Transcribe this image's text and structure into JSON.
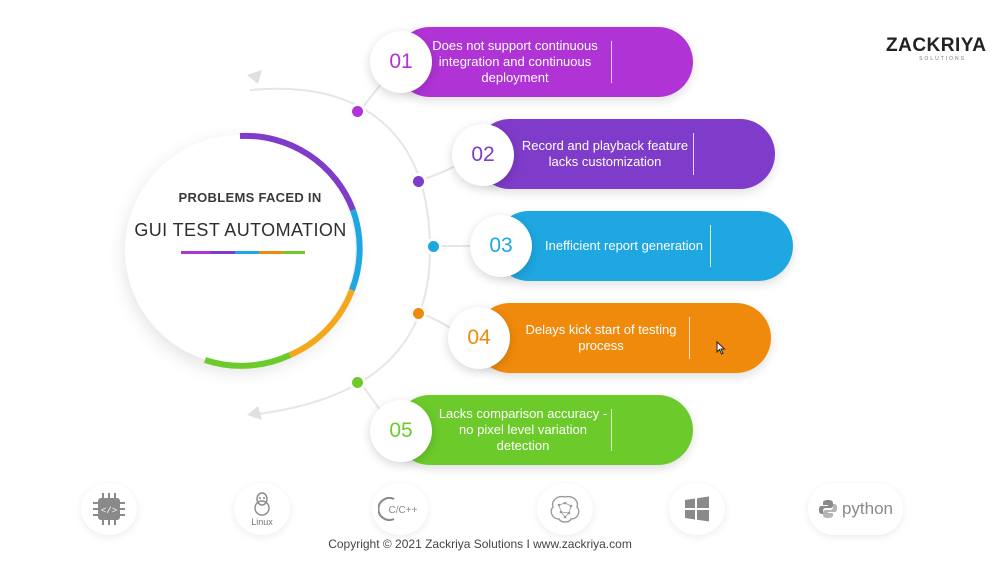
{
  "brand": {
    "name": "ZACKRIYA",
    "sub": "SOLUTIONS"
  },
  "hub": {
    "subtitle": "PROBLEMS FACED IN",
    "title": "GUI TEST AUTOMATION"
  },
  "items": [
    {
      "number": "01",
      "text": "Does not support continuous integration and continuous deployment",
      "color": "#b033d6"
    },
    {
      "number": "02",
      "text": "Record and playback feature lacks customization",
      "color": "#7f3bc9"
    },
    {
      "number": "03",
      "text": "Inefficient report generation",
      "color": "#1ea7e0"
    },
    {
      "number": "04",
      "text": "Delays kick start of testing process",
      "color": "#f08a0c"
    },
    {
      "number": "05",
      "text": "Lacks comparison accuracy - no pixel level variation detection",
      "color": "#6ccb2a"
    }
  ],
  "tech": [
    {
      "icon": "chip-code-icon",
      "label": ""
    },
    {
      "icon": "linux-icon",
      "label": "Linux"
    },
    {
      "icon": "cpp-icon",
      "label": "C/C++"
    },
    {
      "icon": "brain-icon",
      "label": ""
    },
    {
      "icon": "windows-icon",
      "label": ""
    },
    {
      "icon": "python-icon",
      "label": "python"
    }
  ],
  "footer": "Copyright © 2021 Zackriya Solutions I www.zackriya.com"
}
